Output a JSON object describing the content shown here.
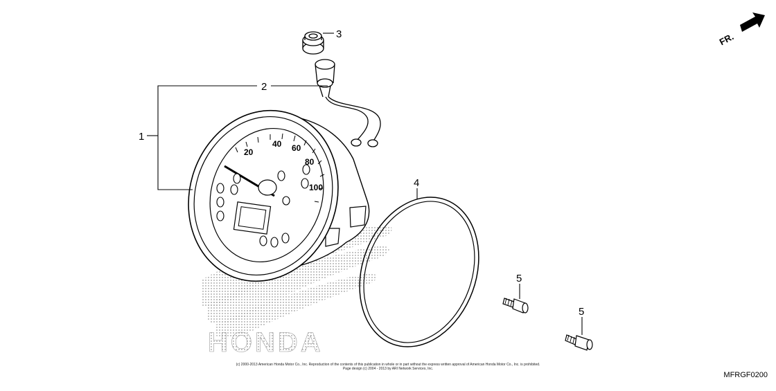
{
  "diagram": {
    "callouts": [
      "1",
      "2",
      "3",
      "4",
      "5",
      "5"
    ],
    "direction_label": "FR.",
    "watermark": "HONDA",
    "dial_numbers": [
      "20",
      "40",
      "60",
      "80",
      "100"
    ],
    "copyright_line1": "(c) 2000-2013 American Honda Motor Co., Inc. Reproduction of the contents of this publication in whole or in part without the express written approval of American Honda Motor Co., Inc. is prohibited.",
    "copyright_line2": "Page design (c) 2004 - 2013 by ARI Network Services, Inc.",
    "diagram_code": "MFRGF0200"
  }
}
